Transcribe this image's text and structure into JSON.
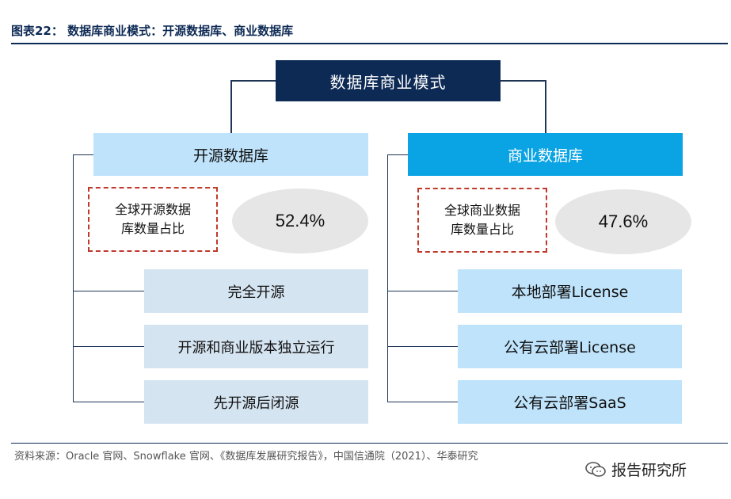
{
  "figure_title": "图表22：  数据库商业模式：开源数据库、商业数据库",
  "root": "数据库商业模式",
  "open_source": {
    "title": "开源数据库",
    "share_label_line1": "全球开源数据",
    "share_label_line2": "库数量占比",
    "share_value": "52.4%",
    "items": [
      "完全开源",
      "开源和商业版本独立运行",
      "先开源后闭源"
    ]
  },
  "commercial": {
    "title": "商业数据库",
    "share_label_line1": "全球商业数据",
    "share_label_line2": "库数量占比",
    "share_value": "47.6%",
    "items": [
      "本地部署License",
      "公有云部署License",
      "公有云部署SaaS"
    ]
  },
  "source": "资料来源：Oracle 官网、Snowflake 官网、《数据库发展研究报告》，中国信通院（2021）、华泰研究",
  "watermark": "报告研究所",
  "colors": {
    "navy": "#0d2a55",
    "light_blue": "#bfe3fb",
    "bright_blue": "#0aa3e4",
    "pale_blue": "#d5e4f1",
    "dash_red": "#c0392b"
  }
}
